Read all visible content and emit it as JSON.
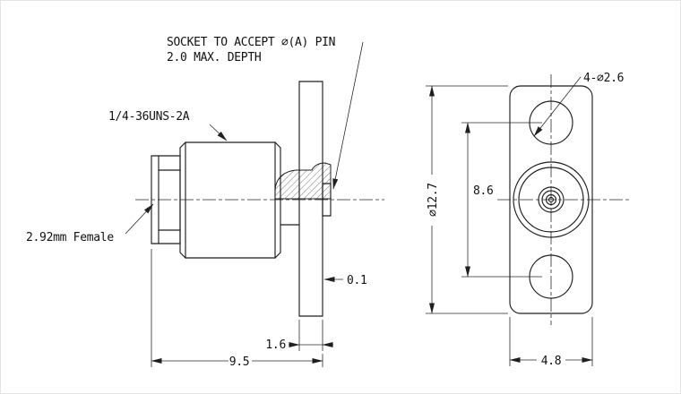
{
  "drawing": {
    "type": "technical-cad-drawing",
    "subject": "2.92mm female flange-mount coaxial connector, side view and face view",
    "colors": {
      "line": "#1f1f1f",
      "background": "#ffffff"
    },
    "annotations": {
      "socket_note_line1": "SOCKET TO ACCEPT ∅(A) PIN",
      "socket_note_line2": "2.0 MAX. DEPTH",
      "thread_label": "1/4-36UNS-2A",
      "connector_label": "2.92mm Female",
      "holes_label": "4-∅2.6"
    },
    "dimensions": {
      "face_step": "0.1",
      "flange_thickness": "1.6",
      "overall_length": "9.5",
      "flange_diagonal_dia": "∅12.7",
      "hole_spacing": "8.6",
      "flange_width": "4.8"
    }
  }
}
